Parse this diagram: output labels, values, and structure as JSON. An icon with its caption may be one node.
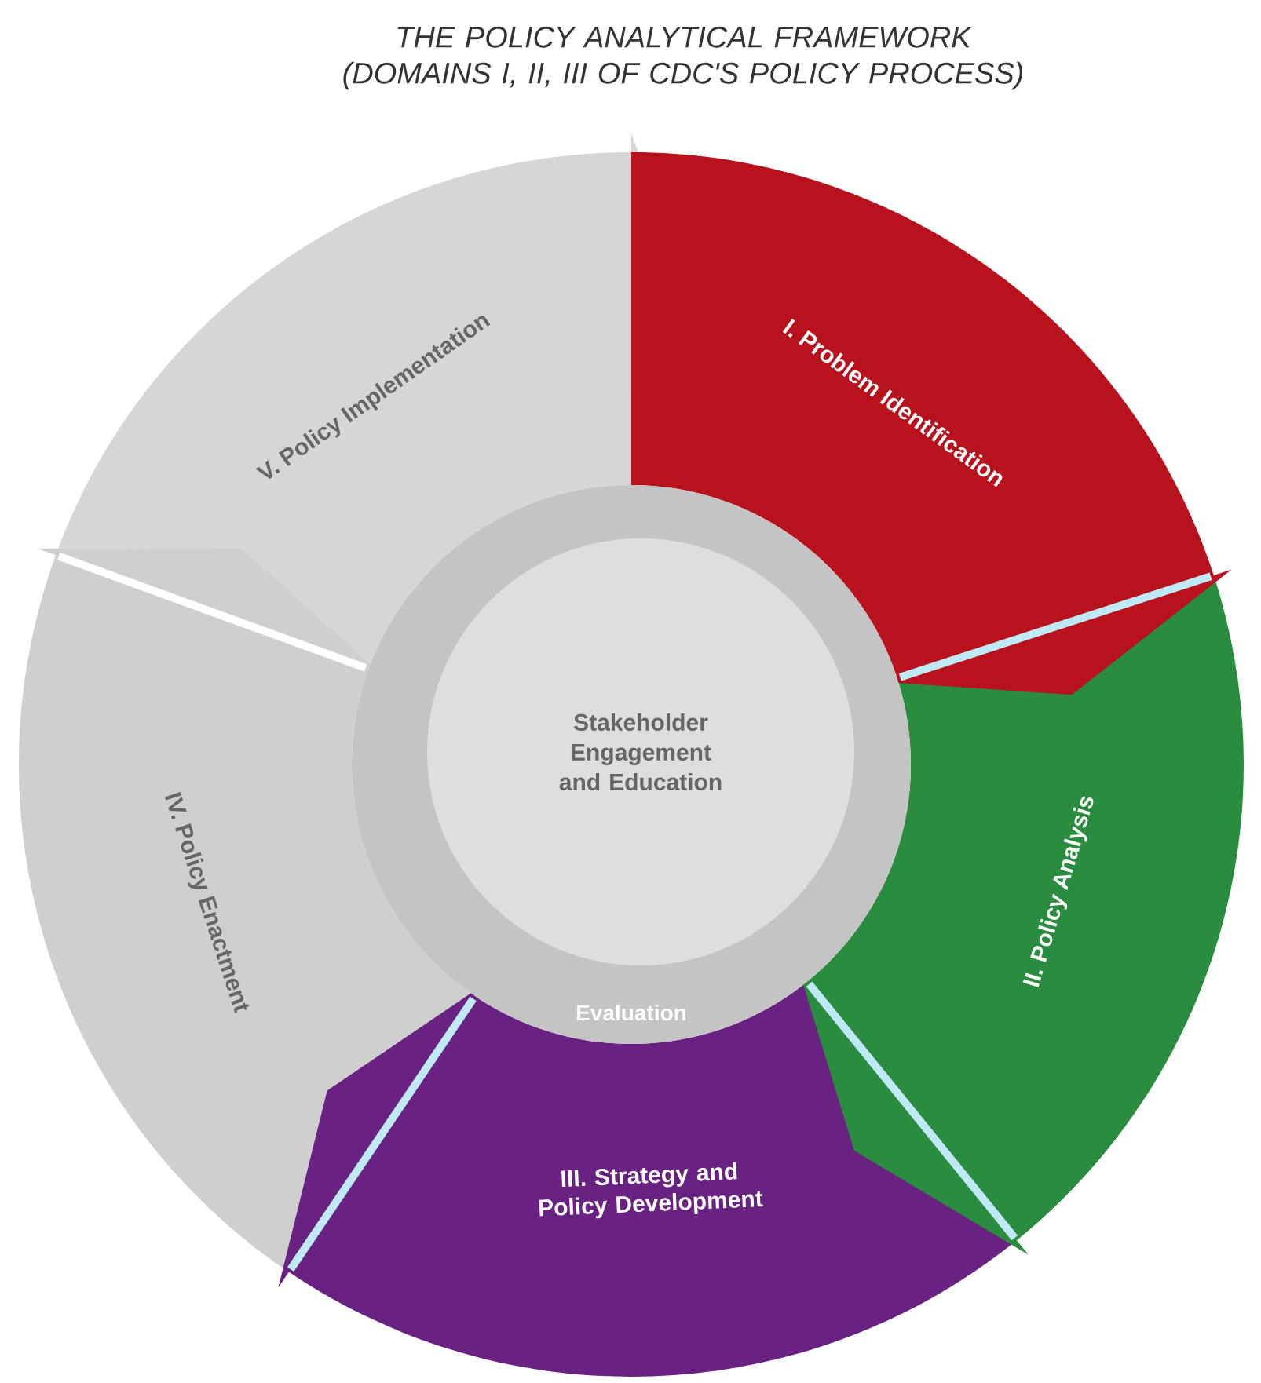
{
  "diagram": {
    "title": "THE POLICY ANALYTICAL FRAMEWORK (DOMAINS I, II, III OF CDC'S POLICY PROCESS)",
    "nodes": [
      {
        "text": [
          "I. Problem Identification"
        ]
      },
      {
        "text": [
          "II. Policy Analysis"
        ]
      },
      {
        "text": [
          "III. Strategy and Policy Development"
        ]
      },
      {
        "text": [
          "IV. Policy Enactment"
        ]
      },
      {
        "text": [
          "V. Policy Implementation"
        ]
      },
      {
        "text": [
          "Evaluation"
        ]
      },
      {
        "text": [
          "Stakeholder Engagement and Education"
        ],
        "in": 5
      }
    ]
  }
}
